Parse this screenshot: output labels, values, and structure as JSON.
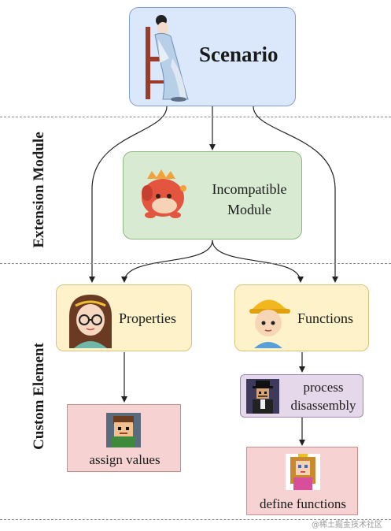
{
  "sections": {
    "extension": "Extension Module",
    "custom": "Custom Element"
  },
  "nodes": {
    "scenario": "Scenario",
    "incompatible_line1": "Incompatible",
    "incompatible_line2": "Module",
    "properties": "Properties",
    "functions": "Functions",
    "process_line1": "process",
    "process_line2": "disassembly",
    "assign": "assign values",
    "define": "define functions"
  },
  "colors": {
    "scenario_fill": "#dbe8fb",
    "scenario_border": "#7ea0d0",
    "module_fill": "#d8ebd2",
    "module_border": "#8db87e",
    "yellow_fill": "#fdf2c9",
    "yellow_border": "#d9c27a",
    "purple_fill": "#e4d8ea",
    "purple_border": "#a088b0",
    "pink_fill": "#f6d2d2",
    "pink_border": "#cc8d8d"
  },
  "watermark": "@稀土掘金技术社区"
}
